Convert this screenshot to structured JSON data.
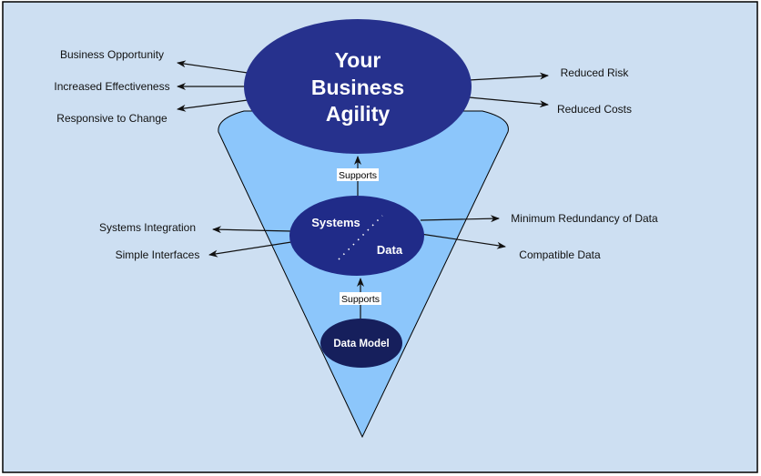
{
  "diagram": {
    "title_lines": [
      "Your",
      "Business",
      "Agility"
    ],
    "middle": {
      "left_label": "Systems",
      "right_label": "Data"
    },
    "base": {
      "label": "Data Model"
    },
    "connector_label": "Supports",
    "left_top_outcomes": [
      "Business Opportunity",
      "Increased Effectiveness",
      "Responsive to Change"
    ],
    "right_top_outcomes": [
      "Reduced Risk",
      "Reduced Costs"
    ],
    "left_middle_outcomes": [
      "Systems Integration",
      "Simple Interfaces"
    ],
    "right_middle_outcomes": [
      "Minimum Redundancy of Data",
      "Compatible Data"
    ]
  },
  "colors": {
    "background": "#cddff2",
    "cone": "#8cc6fb",
    "top_ellipse": "#26318d",
    "middle_ellipse": "#202b88",
    "base_ellipse": "#161f5c",
    "text_on_dark": "#ffffff",
    "arrow": "#111111"
  }
}
